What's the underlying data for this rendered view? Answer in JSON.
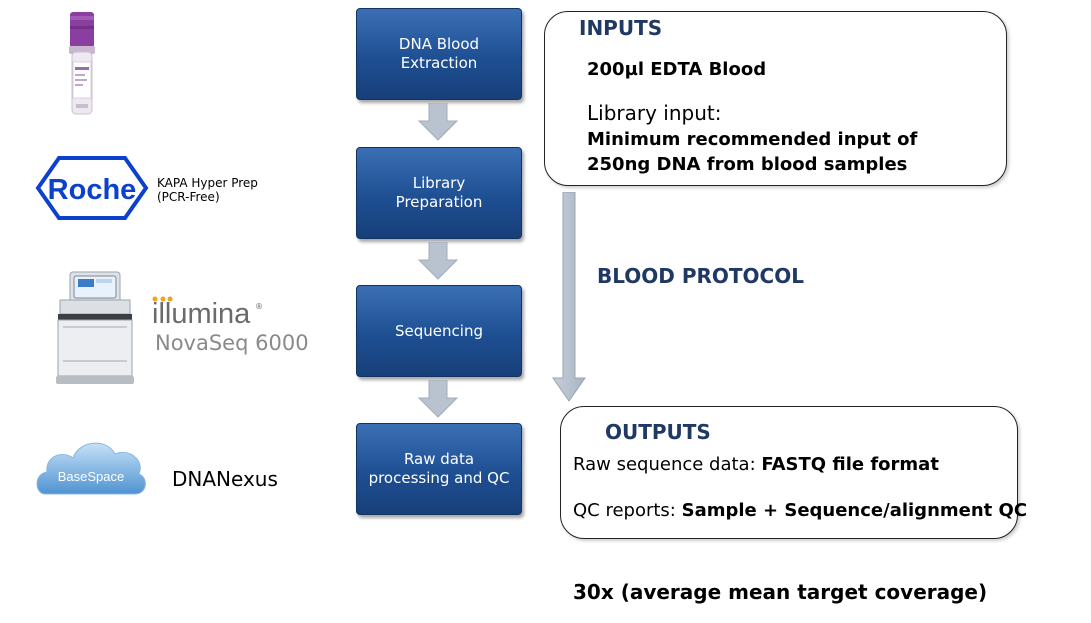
{
  "steps": [
    {
      "label": "DNA Blood\nExtraction"
    },
    {
      "label": "Library\nPreparation"
    },
    {
      "label": "Sequencing"
    },
    {
      "label": "Raw data\nprocessing and QC"
    }
  ],
  "inputs": {
    "heading": "INPUTS",
    "blood": "200µl EDTA Blood",
    "library_label": "Library input:",
    "library_line1": "Minimum recommended input of",
    "library_line2": "250ng DNA from blood samples"
  },
  "protocol_label": "BLOOD PROTOCOL",
  "outputs": {
    "heading": "OUTPUTS",
    "raw_prefix": "Raw sequence data: ",
    "raw_value": "FASTQ file format",
    "qc_prefix": "QC reports: ",
    "qc_value": "Sample + Sequence/alignment QC"
  },
  "coverage": "30x (average mean target coverage)",
  "left_column": {
    "roche_logo": "Roche",
    "kapa_line1": "KAPA Hyper Prep",
    "kapa_line2": "(PCR-Free)",
    "illumina_logo": "illumina",
    "novaseq": "NovaSeq 6000",
    "basespace_logo": "BaseSpace",
    "dnanexus": "DNANexus"
  },
  "colors": {
    "step_blue": "#1e4f93",
    "heading_navy": "#1f3864",
    "arrow_grey": "#b9c2cf",
    "roche_blue": "#0b41cd",
    "illumina_orange": "#f2a01f",
    "tube_purple": "#8a3fa0"
  }
}
